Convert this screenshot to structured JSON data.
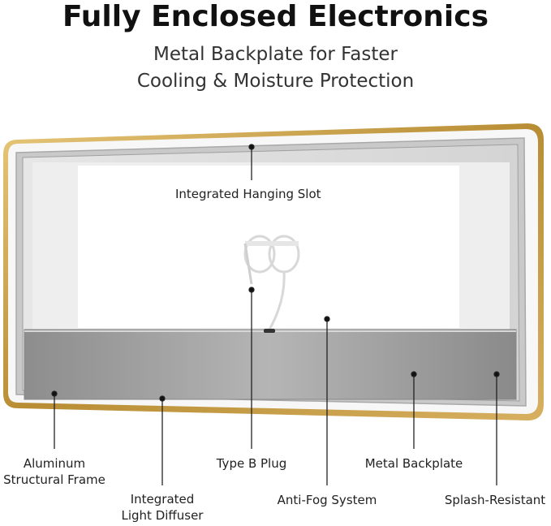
{
  "header": {
    "title": "Fully Enclosed Electronics",
    "subtitle_line1": "Metal Backplate for Faster",
    "subtitle_line2": "Cooling & Moisture Protection"
  },
  "labels": {
    "hanging_slot": "Integrated Hanging Slot",
    "aluminum_line1": "Aluminum",
    "aluminum_line2": "Structural Frame",
    "diffuser_line1": "Integrated",
    "diffuser_line2": "Light Diffuser",
    "type_b_plug": "Type B Plug",
    "anti_fog": "Anti-Fog System",
    "metal_backplate": "Metal Backplate",
    "splash_resistant": "Splash-Resistant"
  },
  "colors": {
    "frame_gold": "#c9a14a",
    "backplate_gray": "#9a9a9a",
    "diffuser_white": "#f4f4f4"
  }
}
